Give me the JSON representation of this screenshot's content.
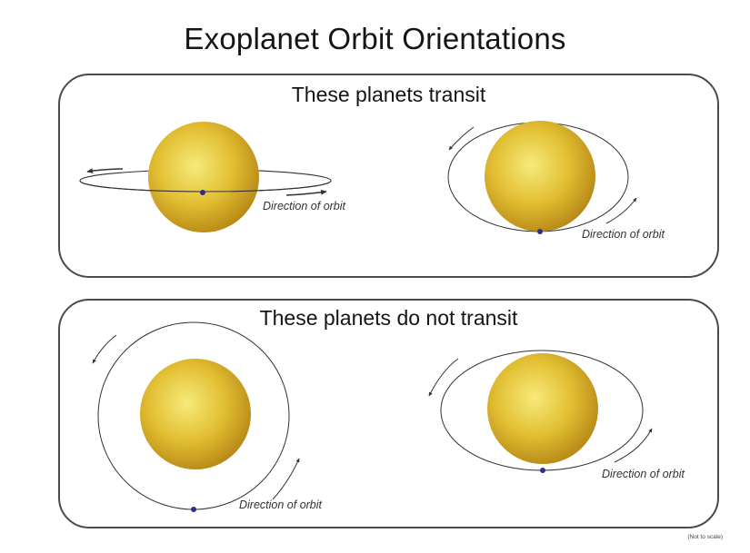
{
  "title": "Exoplanet Orbit Orientations",
  "panels": {
    "transit": {
      "title": "These planets transit"
    },
    "no_transit": {
      "title": "These planets do not transit"
    }
  },
  "orbit_label": "Direction of orbit",
  "note": "(Not to scale)",
  "colors": {
    "star_center": "#f7ea7a",
    "star_mid": "#e2bf33",
    "star_edge": "#b98a17",
    "planet": "#2b2f8c",
    "orbit": "#333333"
  }
}
